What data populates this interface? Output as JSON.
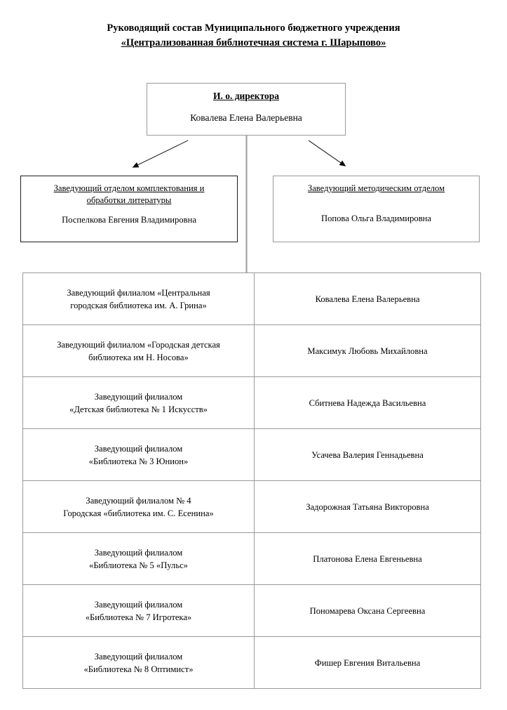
{
  "title": {
    "line1": "Руководящий состав Муниципального бюджетного учреждения",
    "line2": "«Централизованная библиотечная система г. Шарыпово»"
  },
  "org_chart": {
    "type": "hierarchy",
    "root": {
      "role": "И. о. директора",
      "person": "Ковалева Елена Валерьевна"
    },
    "departments": [
      {
        "role_line1": "Заведующий отделом комплектования и",
        "role_line2": "обработки литературы",
        "person": "Поспелкова Евгения Владимировна",
        "border_color": "#1c1c1c"
      },
      {
        "role_line1": "Заведующий методическим отделом",
        "role_line2": "",
        "person": "Попова Ольга Владимировна",
        "border_color": "#9a9a9a"
      }
    ]
  },
  "branches": {
    "rows": [
      {
        "role_line1": "Заведующий филиалом «Центральная",
        "role_line2": "городская библиотека им. А. Грина»",
        "person": "Ковалева Елена Валерьевна"
      },
      {
        "role_line1": "Заведующий филиалом «Городская детская",
        "role_line2": "библиотека им Н. Носова»",
        "person": "Максимук Любовь Михайловна"
      },
      {
        "role_line1": "Заведующий филиалом",
        "role_line2": "«Детская библиотека № 1 Искусств»",
        "person": "Сбитнева Надежда Васильевна"
      },
      {
        "role_line1": "Заведующий филиалом",
        "role_line2": "«Библиотека № 3 Юнион»",
        "person": "Усачева Валерия Геннадьевна"
      },
      {
        "role_line1": "Заведующий филиалом № 4",
        "role_line2": "Городская «библиотека им. С. Есенина»",
        "person": "Задорожная Татьяна Викторовна"
      },
      {
        "role_line1": "Заведующий филиалом",
        "role_line2": "«Библиотека № 5 «Пульс»",
        "person": "Платонова Елена Евгеньевна"
      },
      {
        "role_line1": "Заведующий филиалом",
        "role_line2": "«Библиотека № 7 Игротека»",
        "person": "Пономарева Оксана Сергеевна"
      },
      {
        "role_line1": "Заведующий филиалом",
        "role_line2": "«Библиотека № 8 Оптимист»",
        "person": "Фишер Евгения Витальевна"
      }
    ]
  },
  "colors": {
    "line_gray": "#9a9a9a",
    "line_dark": "#1c1c1c",
    "arrow_black": "#000000",
    "page_background": "#ffffff",
    "text": "#000000"
  }
}
